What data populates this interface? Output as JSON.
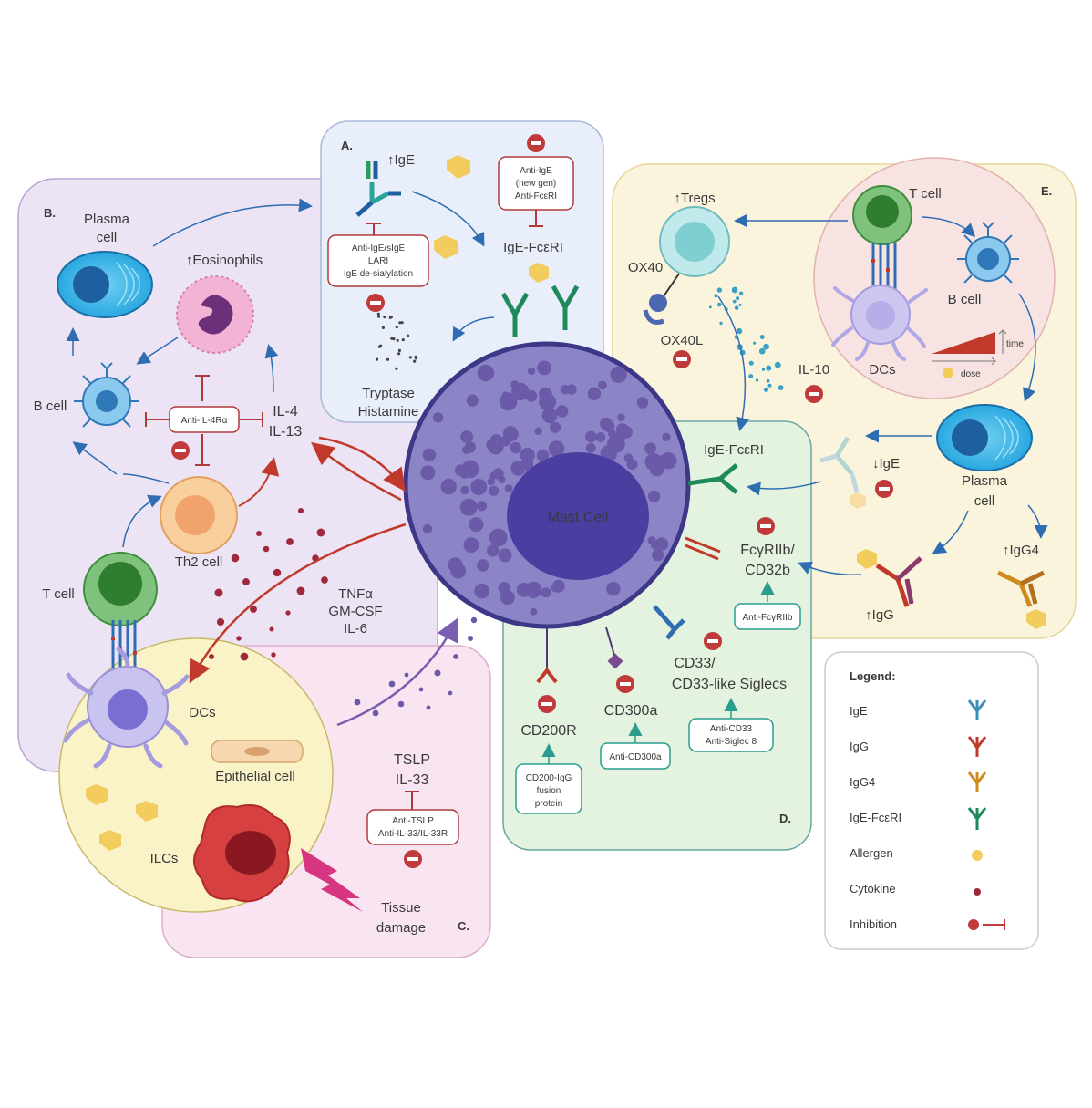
{
  "colors": {
    "panel_b": "#ece4f5",
    "panel_a": "#e9effa",
    "panel_c": "#f8e5f1",
    "panel_d": "#e4f3df",
    "panel_e": "#fbf4dc",
    "inhibition": "#c0393b",
    "arrow_blue": "#2f6db3",
    "arrow_red": "#c0392b",
    "mast_cell": "#8b84c6",
    "mast_nucleus": "#4a3fa0"
  },
  "panels": {
    "a": {
      "letter": "A.",
      "ige_up": "↑IgE",
      "ige_fceri": "IgE-FcεRI",
      "box1": [
        "Anti-IgE/sIgE",
        "LARI",
        "IgE de-sialylation"
      ],
      "box2": [
        "Anti-IgE",
        "(new gen)",
        "Anti-FcεRI"
      ],
      "mediators": [
        "Tryptase",
        "Histamine"
      ]
    },
    "b": {
      "letter": "B.",
      "plasma_cell": [
        "Plasma",
        "cell"
      ],
      "eosinophils": "↑Eosinophils",
      "b_cell": "B cell",
      "anti_il4": "Anti-IL-4Rα",
      "il": [
        "IL-4",
        "IL-13"
      ],
      "th2": "Th2 cell",
      "t_cell": "T cell",
      "cytokines": [
        "TNFα",
        "GM-CSF",
        "IL-6"
      ]
    },
    "c": {
      "letter": "C.",
      "dcs": "DCs",
      "epithelial": "Epithelial cell",
      "ilcs": "ILCs",
      "tslp": [
        "TSLP",
        "IL-33"
      ],
      "anti_tslp": [
        "Anti-TSLP",
        "Anti-IL-33/IL-33R"
      ],
      "tissue": [
        "Tissue",
        "damage"
      ]
    },
    "d": {
      "letter": "D.",
      "ige_fceri": "IgE-FcεRI",
      "fcg": [
        "FcγRIIb/",
        "CD32b"
      ],
      "anti_fcg": "Anti-FcγRIIb",
      "cd33": [
        "CD33/",
        "CD33-like Siglecs"
      ],
      "anti_cd33": [
        "Anti-CD33",
        "Anti-Siglec 8"
      ],
      "cd300a": "CD300a",
      "anti_cd300a": "Anti-CD300a",
      "cd200r": "CD200R",
      "cd200_box": [
        "CD200-IgG",
        "fusion",
        "protein"
      ]
    },
    "e": {
      "letter": "E.",
      "tregs": "↑Tregs",
      "ox40": "OX40",
      "ox40l": "OX40L",
      "il10": "IL-10",
      "t_cell": "T cell",
      "b_cell": "B cell",
      "dcs": "DCs",
      "time": "time",
      "dose": "dose",
      "ige_down": "↓IgE",
      "plasma_cell": [
        "Plasma",
        "cell"
      ],
      "igg4": "↑IgG4",
      "igg": "↑IgG"
    },
    "mast_cell": "Mast Cell"
  },
  "legend": {
    "title": "Legend:",
    "items": [
      "IgE",
      "IgG",
      "IgG4",
      "IgE-FcεRI",
      "Allergen",
      "Cytokine",
      "Inhibition"
    ]
  }
}
